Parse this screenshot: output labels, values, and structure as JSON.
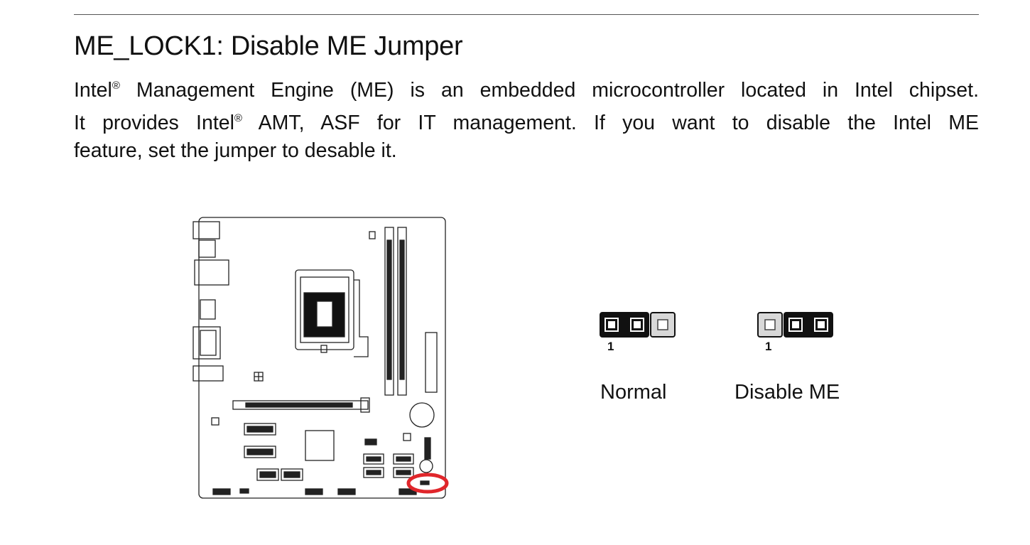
{
  "section": {
    "title": "ME_LOCK1: Disable ME Jumper",
    "paragraph": {
      "line1_a": "Intel",
      "line1_b": " Management Engine (ME) is an embedded microcontroller located in Intel chipset.",
      "line2_a": "It provides Intel",
      "line2_b": " AMT, ASF for IT management. If you want to disable the Intel ME",
      "line3": "feature, set the jumper to desable it.",
      "registered_mark": "®"
    }
  },
  "jumpers": {
    "normal": {
      "pin_label": "1",
      "caption": "Normal",
      "capped_pins": [
        1,
        2
      ]
    },
    "disable": {
      "pin_label": "1",
      "caption": "Disable ME",
      "capped_pins": [
        2,
        3
      ]
    }
  },
  "colors": {
    "highlight_circle": "#e0262b",
    "jumper_cap": "#111111",
    "pin_fill": "#d8d8d8"
  },
  "icons": {
    "board": "motherboard-diagram",
    "highlight": "highlight-circle-icon"
  }
}
